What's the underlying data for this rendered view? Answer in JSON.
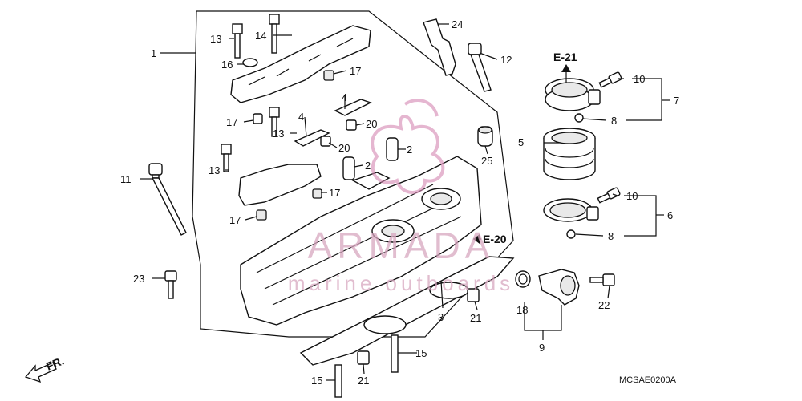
{
  "diagram_code": "MCSAE0200A",
  "front_marker": "FR.",
  "refs": {
    "e21": "E-21",
    "e20": "E-20"
  },
  "watermark": {
    "brand": "ARMADA",
    "sub": "marine outboards"
  },
  "callouts": {
    "c1": "1",
    "c2a": "2",
    "c2b": "2",
    "c3": "3",
    "c4a": "4",
    "c4b": "4",
    "c5": "5",
    "c6": "6",
    "c7": "7",
    "c8a": "8",
    "c8b": "8",
    "c9": "9",
    "c10a": "10",
    "c10b": "10",
    "c11": "11",
    "c12": "12",
    "c13a": "13",
    "c13b": "13",
    "c13c": "13",
    "c14": "14",
    "c15a": "15",
    "c15b": "15",
    "c16": "16",
    "c17a": "17",
    "c17b": "17",
    "c17c": "17",
    "c17d": "17",
    "c18": "18",
    "c20a": "20",
    "c20b": "20",
    "c21a": "21",
    "c21b": "21",
    "c22": "22",
    "c23": "23",
    "c24": "24",
    "c25": "25"
  }
}
